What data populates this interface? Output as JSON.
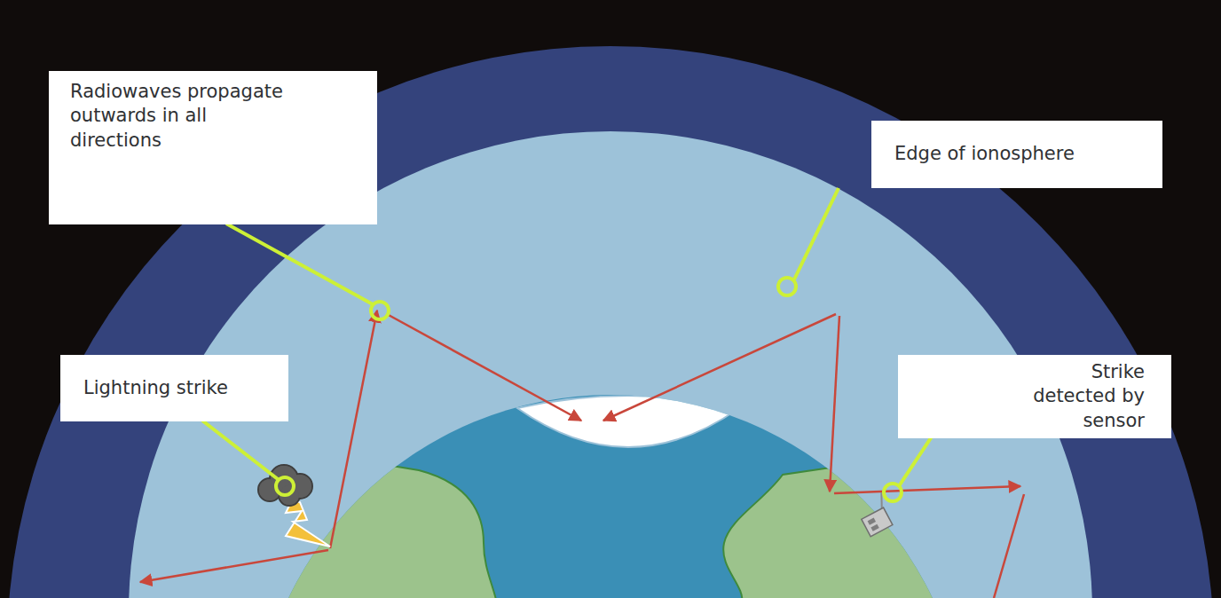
{
  "diagram": {
    "nodes": [
      {
        "text": [
          "Radiowaves propagate outwards in all directions"
        ]
      },
      {
        "text": [
          "Edge of ionosphere"
        ]
      },
      {
        "text": [
          "Lightning strike"
        ]
      },
      {
        "text": [
          "Strike detected by sensor"
        ]
      }
    ]
  }
}
